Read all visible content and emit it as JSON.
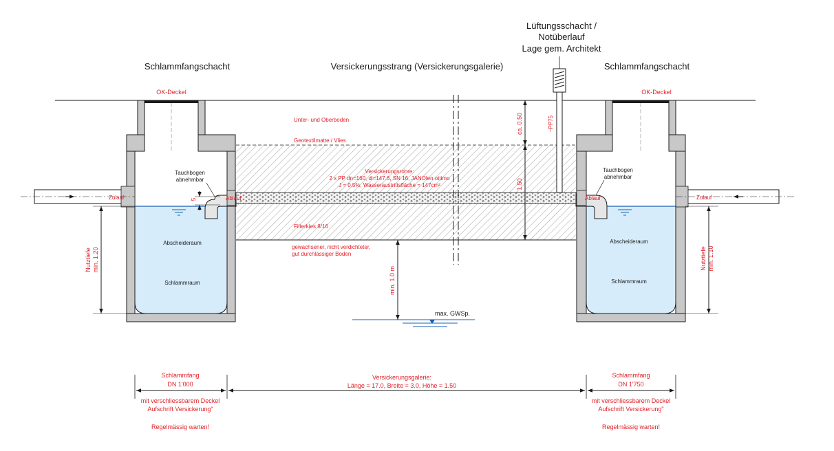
{
  "colors": {
    "line": "#1a1a1a",
    "annotation": "#e0202a",
    "concrete": "#c8c8c8",
    "water": "#d6ecfb",
    "water_line": "#1a5fb4",
    "pipe": "#e6e6e6"
  },
  "titles": {
    "left_shaft": "Schlammfangschacht",
    "gallery": "Versickerungsstrang (Versickerungsgalerie)",
    "right_shaft": "Schlammfangschacht",
    "vent_line1": "Lüftungsschacht /",
    "vent_line2": "Notüberlauf",
    "vent_line3": "Lage gem. Architekt"
  },
  "labels": {
    "ok_deckel_left": "OK-Deckel",
    "ok_deckel_right": "OK-Deckel",
    "unter_oberboden": "Unter- und Oberboden",
    "geotextil": "Geotextilmatte / Vlies",
    "rohre_line1": "Versickerungsrohre:",
    "rohre_line2": "2 x PP dn=160, di=147.6, SN 16, JANOlen ottimo",
    "rohre_line3": "J = 0.5%, Wasseraustrittsfläche = 147cm²",
    "filterkies": "Filterkies 8/16",
    "boden_line1": "gewachsener, nicht verdichteter,",
    "boden_line2": "gut durchlässiger Boden",
    "tauchbogen_left_line1": "Tauchbogen",
    "tauchbogen_left_line2": "abnehmbar",
    "tauchbogen_right_line1": "Tauchbogen",
    "tauchbogen_right_line2": "abnehmbar",
    "zulauf_left": "Zulauf",
    "zulauf_right": "Zulauf",
    "ablauf_left": "Ablauf",
    "ablauf_right": "Ablauf",
    "abscheideraum_left": "Abscheideraum",
    "schlammraum_left": "Schlammraum",
    "abscheideraum_right": "Abscheideraum",
    "schlammraum_right": "Schlammraum",
    "gwsp": "max. GWSp.",
    "pp75": "~PP75"
  },
  "dimensions": {
    "ca_050": "ca. 0.50",
    "h_150": "1.50",
    "min_10m": "min. 1.0 m",
    "drop_5": "5",
    "nutztiefe_left_line1": "Nutztiefe",
    "nutztiefe_left_line2": "min. 1.20",
    "nutztiefe_right_line1": "Nutztiefe",
    "nutztiefe_right_line2": "min. 1.10"
  },
  "footer": {
    "left_line1": "Schlammfang",
    "left_line2": "DN 1'000",
    "left_line3": "mit verschliessbarem Deckel",
    "left_line4": "Aufschrift Versickerung\"",
    "left_line5": "Regelmässig warten!",
    "center_line1": "Versickerungsgalerie:",
    "center_line2": "Länge = 17.0, Breite = 3.0, Höhe = 1.50",
    "right_line1": "Schlammfang",
    "right_line2": "DN 1'750",
    "right_line3": "mit verschliessbarem Deckel",
    "right_line4": "Aufschrift Versickerung\"",
    "right_line5": "Regelmässig warten!"
  }
}
